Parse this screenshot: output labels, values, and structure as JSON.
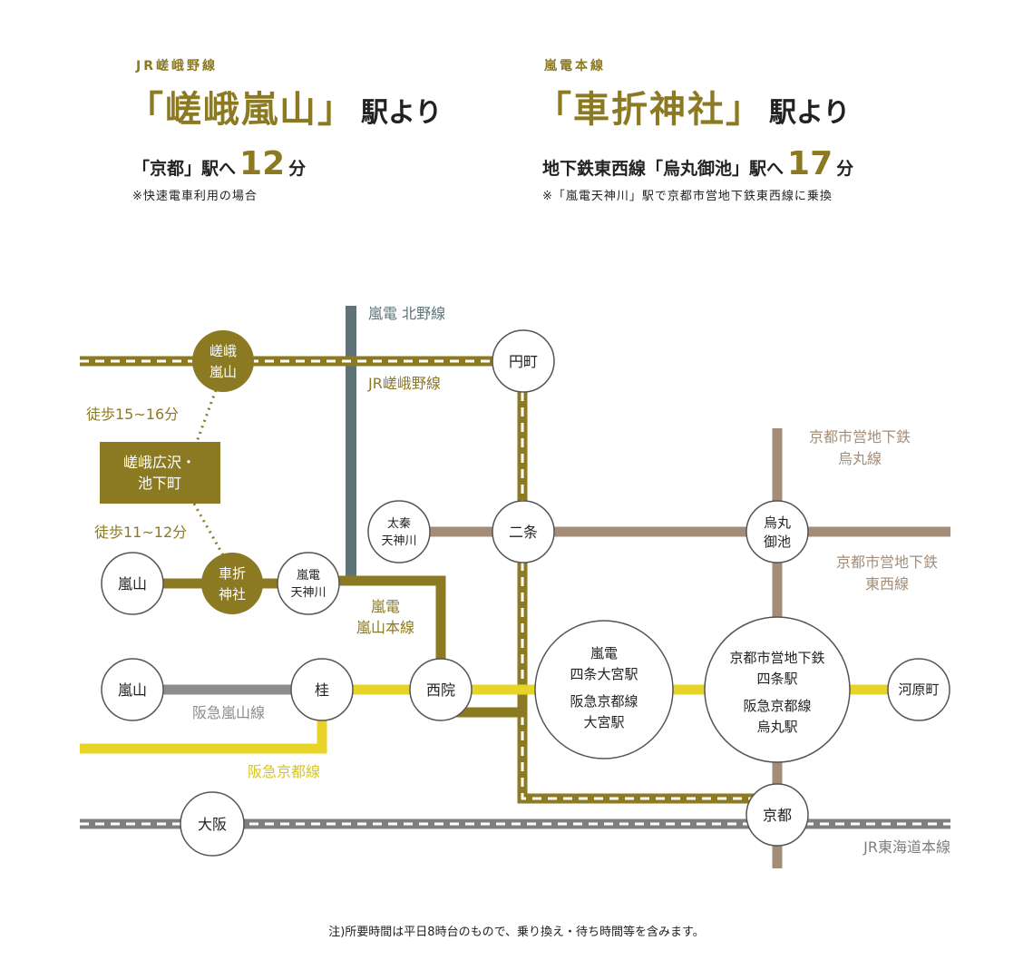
{
  "colors": {
    "jr_sagano": "#8c7a22",
    "randen_kitano": "#5e7377",
    "subway": "#a38d78",
    "hankyu_arashiyama": "#8c8c8c",
    "hankyu_kyoto": "#e7d426",
    "jr_tokaido": "#7f7f7f",
    "white": "#ffffff",
    "station_stroke": "#555555"
  },
  "header_left": {
    "line": "JR嵯峨野線",
    "station": "「嵯峨嵐山」",
    "suffix": "駅より",
    "time_prefix": "「京都」駅へ",
    "time_num": "12",
    "time_unit": "分",
    "note": "※快速電車利用の場合"
  },
  "header_right": {
    "line": "嵐電本線",
    "station": "「車折神社」",
    "suffix": "駅より",
    "time_prefix": "地下鉄東西線「烏丸御池」駅へ",
    "time_num": "17",
    "time_unit": "分",
    "note": "※「嵐電天神川」駅で京都市営地下鉄東西線に乗換"
  },
  "line_labels": {
    "randen_kitano": "嵐電 北野線",
    "jr_sagano": "JR嵯峨野線",
    "karasuma_1": "京都市営地下鉄",
    "karasuma_2": "烏丸線",
    "tozai_1": "京都市営地下鉄",
    "tozai_2": "東西線",
    "randen_main_1": "嵐電",
    "randen_main_2": "嵐山本線",
    "hankyu_arashiyama": "阪急嵐山線",
    "hankyu_kyoto": "阪急京都線",
    "jr_tokaido": "JR東海道本線"
  },
  "walk": {
    "walk1": "徒歩15~16分",
    "walk2": "徒歩11~12分",
    "box_1": "嵯峨広沢・",
    "box_2": "池下町"
  },
  "stations": {
    "saga_arashiyama": [
      "嵯峨",
      "嵐山"
    ],
    "emmachi": [
      "円町"
    ],
    "uzumasa": [
      "太秦",
      "天神川"
    ],
    "nijo": [
      "二条"
    ],
    "karasuma_oike": [
      "烏丸",
      "御池"
    ],
    "arashiyama_randen": [
      "嵐山"
    ],
    "kurumazaki": [
      "車折",
      "神社"
    ],
    "randen_tenjingawa": [
      "嵐電",
      "天神川"
    ],
    "arashiyama_hankyu": [
      "嵐山"
    ],
    "katsura": [
      "桂"
    ],
    "saiin": [
      "西院"
    ],
    "omiya": [
      "嵐電",
      "四条大宮駅",
      "阪急京都線",
      "大宮駅"
    ],
    "shijo": [
      "京都市営地下鉄",
      "四条駅",
      "阪急京都線",
      "烏丸駅"
    ],
    "kawaramachi": [
      "河原町"
    ],
    "kyoto": [
      "京都"
    ],
    "osaka": [
      "大阪"
    ]
  },
  "footer": "注)所要時間は平日8時台のもので、乗り換え・待ち時間等を含みます。"
}
